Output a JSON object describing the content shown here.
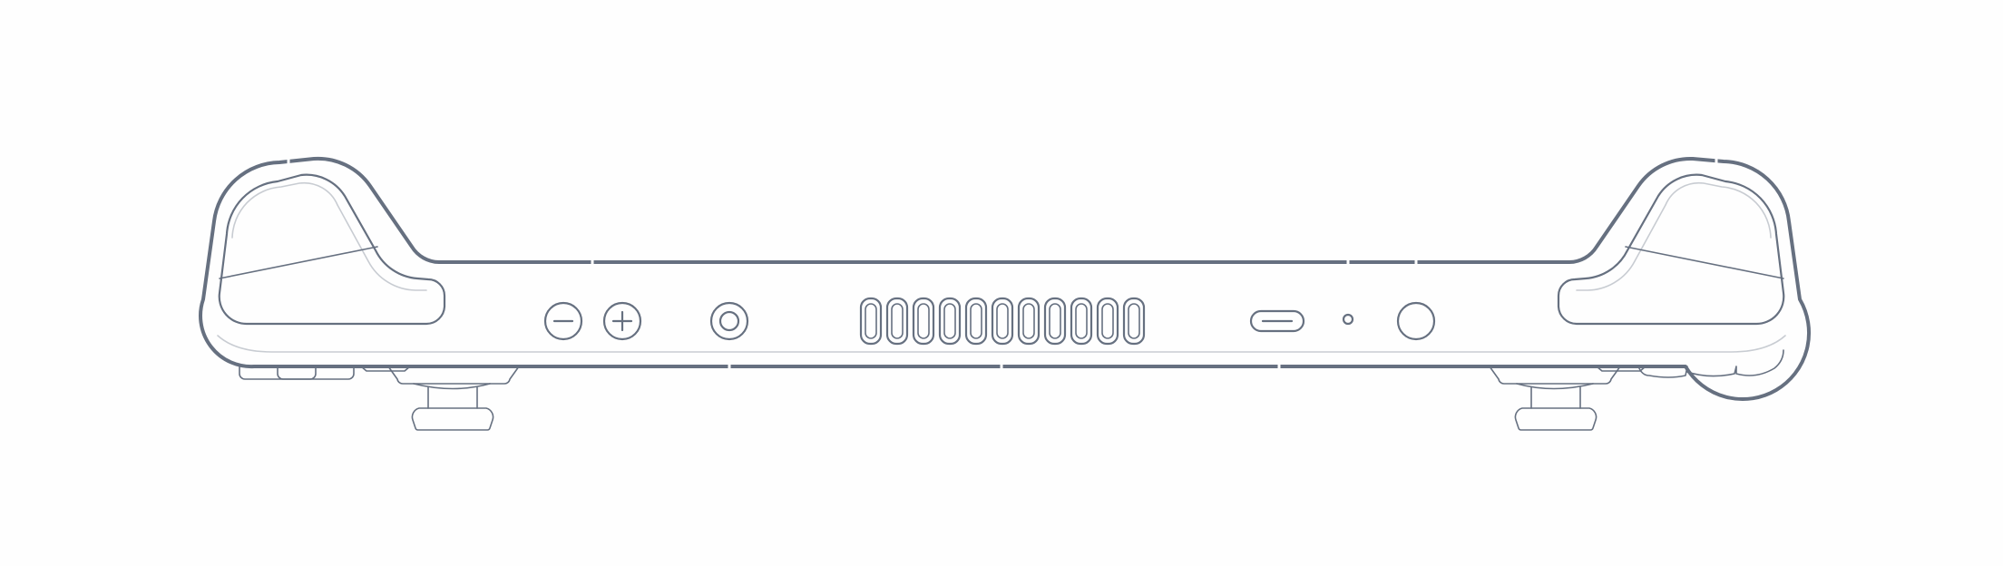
{
  "diagram": {
    "subject": "handheld-device-top-edge",
    "colors": {
      "background": "#fefefe",
      "outline": "#667080",
      "faint": "#c8ccd2"
    },
    "components": [
      {
        "name": "minus-button",
        "icon": "minus-icon"
      },
      {
        "name": "plus-button",
        "icon": "plus-icon"
      },
      {
        "name": "audio-jack",
        "icon": "headphone-jack-icon"
      },
      {
        "name": "vent-grille",
        "icon": "vent-icon",
        "slot_count": 11
      },
      {
        "name": "usb-c-port",
        "icon": "usb-c-icon"
      },
      {
        "name": "status-led",
        "icon": "led-icon"
      },
      {
        "name": "power-button",
        "icon": "power-icon"
      },
      {
        "name": "left-trigger",
        "icon": "trigger-icon"
      },
      {
        "name": "right-trigger",
        "icon": "trigger-icon"
      }
    ]
  }
}
